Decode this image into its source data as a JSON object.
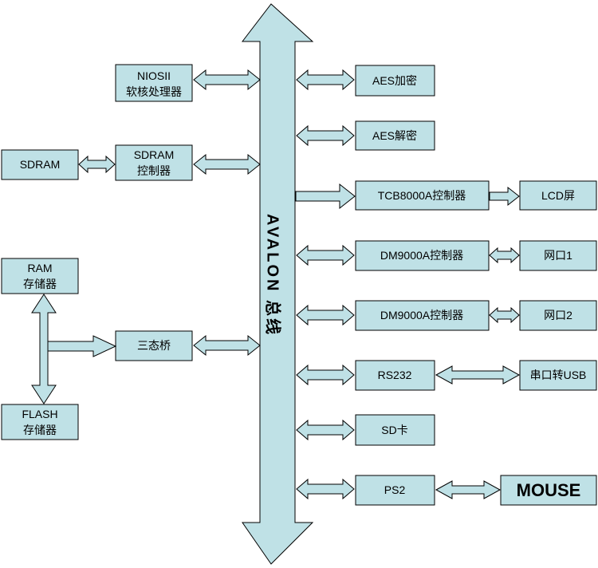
{
  "bus": {
    "label": "AVALON 总线"
  },
  "left": {
    "niosii": [
      "NIOSII",
      "软核处理器"
    ],
    "sdram_ctrl": [
      "SDRAM",
      "控制器"
    ],
    "sdram": "SDRAM",
    "tristate": "三态桥",
    "ram": [
      "RAM",
      "存储器"
    ],
    "flash": [
      "FLASH",
      "存储器"
    ]
  },
  "right": {
    "aes_enc": "AES加密",
    "aes_dec": "AES解密",
    "tcb": "TCB8000A控制器",
    "lcd": "LCD屏",
    "dm1": "DM9000A控制器",
    "net1": "网口1",
    "dm2": "DM9000A控制器",
    "net2": "网口2",
    "rs232": "RS232",
    "usb": "串口转USB",
    "sd": "SD卡",
    "ps2": "PS2",
    "mouse": "MOUSE"
  }
}
